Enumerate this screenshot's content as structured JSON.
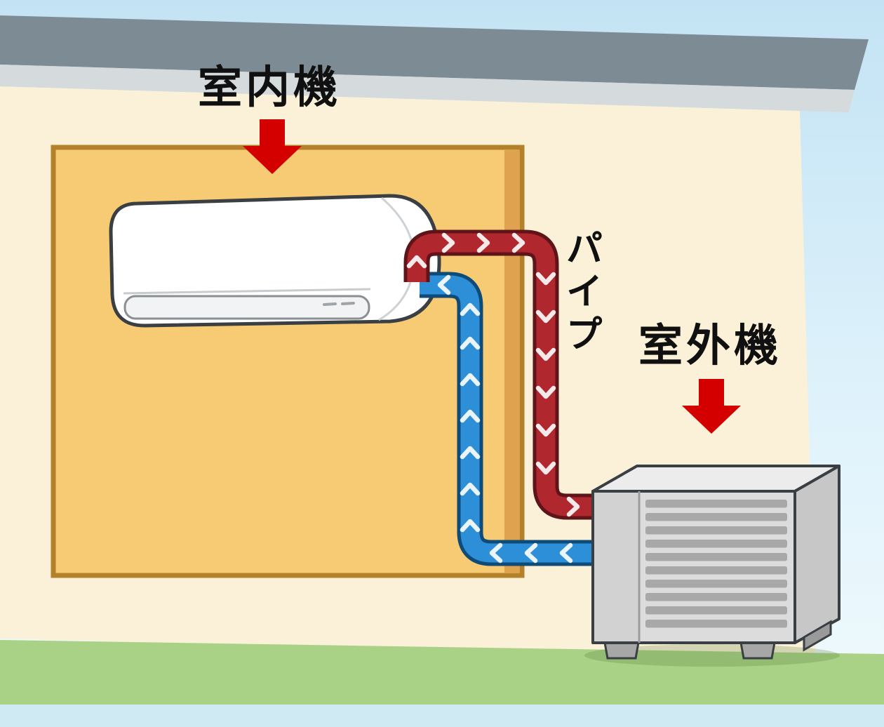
{
  "labels": {
    "indoor_unit": "室内機",
    "pipe": "パイプ",
    "outdoor_unit": "室外機"
  },
  "colors": {
    "hot_pipe_red": "#B0272D",
    "cold_pipe_blue": "#2E8FD9",
    "pointer_arrow_red": "#D40000",
    "wall_cream": "#FBF1D8",
    "mount_panel_orange": "#F7CA74",
    "panel_edge_tan": "#DFA24E",
    "grass_green": "#A9D287",
    "sky_blue": "#C3E3F4",
    "roof_gray": "#7D8B94"
  }
}
